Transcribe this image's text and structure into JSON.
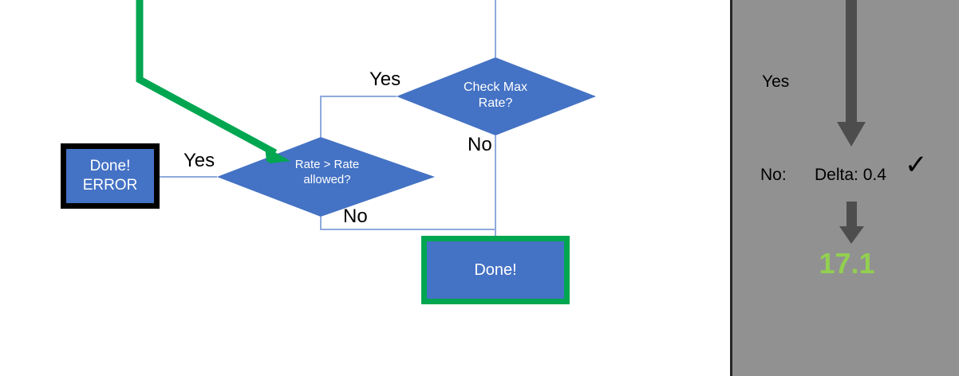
{
  "flowchart": {
    "nodes": [
      {
        "id": "check-max-rate",
        "type": "decision",
        "text": "Check Max\nRate?"
      },
      {
        "id": "rate-gt-rate-allowed",
        "type": "decision",
        "text": "Rate > Rate\nallowed?"
      },
      {
        "id": "done-error",
        "type": "terminator",
        "line1": "Done!",
        "line2": "ERROR"
      },
      {
        "id": "done",
        "type": "terminator",
        "text": "Done!"
      }
    ],
    "edge_labels": {
      "yes_upper": "Yes",
      "yes_lower": "Yes",
      "no_right": "No",
      "no_lower": "No"
    },
    "colors": {
      "node_fill": "#4472C4",
      "connector": "#8FAADC",
      "highlight_path": "#00A650",
      "error_border": "#000000",
      "done_border": "#00A650",
      "node_text": "#FFFFFF"
    }
  },
  "right_panel": {
    "background": "#919191",
    "labels": {
      "yes": "Yes",
      "no": "No:",
      "delta": "Delta: 0.4",
      "check_mark": "✓",
      "result_value": "17.1"
    },
    "colors": {
      "arrow": "#4D4D4D",
      "value": "#92D050",
      "text": "#000000"
    },
    "icons": {
      "arrow_down_large": "arrow-down-icon",
      "arrow_down_small": "arrow-down-icon",
      "check": "check-icon"
    }
  }
}
